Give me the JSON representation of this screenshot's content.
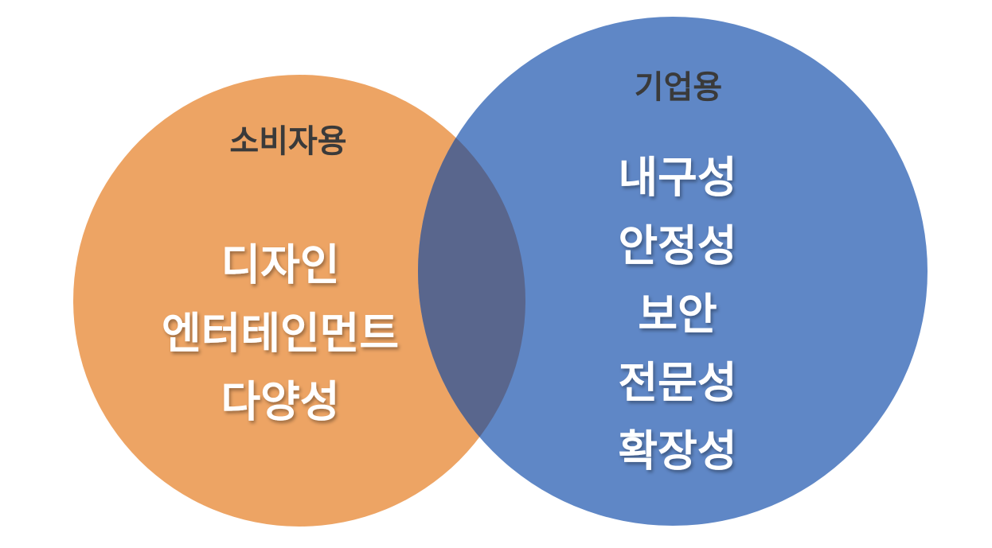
{
  "colors": {
    "consumer_circle": "#EDA464",
    "enterprise_circle": "#5F87C6",
    "overlap": "#59668D",
    "title_text": "#3A3A3A",
    "item_text": "#FFFFFF"
  },
  "consumer": {
    "title": "소비자용",
    "items": [
      "디자인",
      "엔터테인먼트",
      "다양성"
    ]
  },
  "enterprise": {
    "title": "기업용",
    "items": [
      "내구성",
      "안정성",
      "보안",
      "전문성",
      "확장성"
    ]
  }
}
